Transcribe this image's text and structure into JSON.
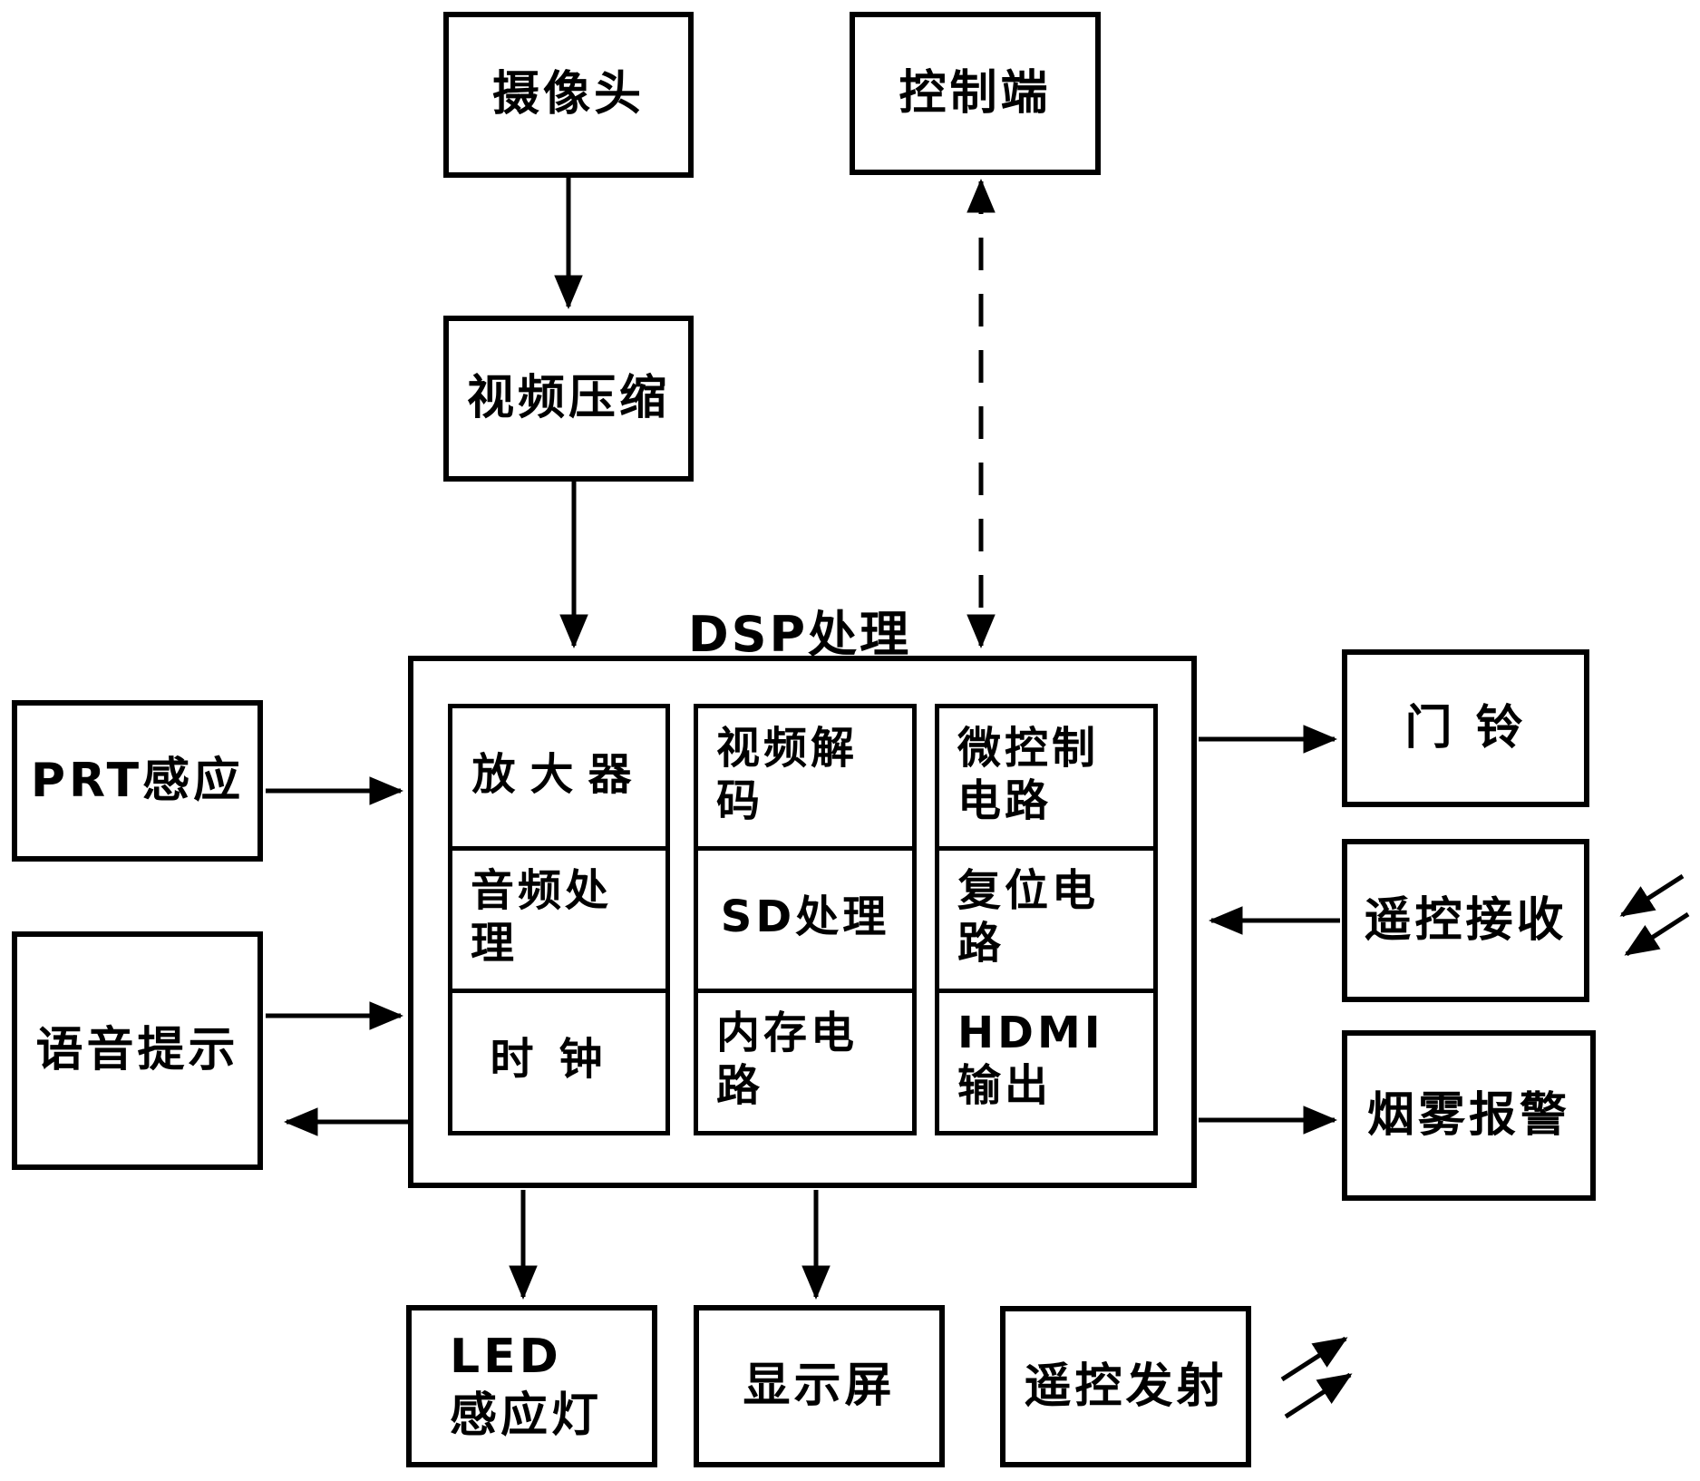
{
  "figure": {
    "background_color": "#ffffff",
    "line_color": "#000000",
    "title": "DSP处理"
  },
  "boxes": {
    "camera": {
      "label": "摄像头"
    },
    "control_terminal": {
      "label": "控制端"
    },
    "video_compression": {
      "label": "视频压缩"
    },
    "prt_sensor": {
      "label": "PRT感应"
    },
    "voice_prompt": {
      "label": "语音提示"
    },
    "doorbell": {
      "label": "门 铃"
    },
    "remote_receiver": {
      "label": "遥控接收"
    },
    "smoke_alarm": {
      "label": "烟雾报警"
    },
    "led_sensor_light": {
      "label": "LED\n感应灯"
    },
    "display_screen": {
      "label": "显示屏"
    },
    "remote_transmitter": {
      "label": "遥控发射"
    }
  },
  "dsp": {
    "title": "DSP处理",
    "cells": {
      "amplifier": {
        "label": "放大器"
      },
      "video_decoder": {
        "label": "视频解\n码"
      },
      "micro_control_circuit": {
        "label": "微控制\n电路"
      },
      "audio_processing": {
        "label": "音频处\n理"
      },
      "sd_processing": {
        "label": "SD处理"
      },
      "reset_circuit": {
        "label": "复位电\n路"
      },
      "clock": {
        "label": "时钟"
      },
      "memory_circuit": {
        "label": "内存电\n路"
      },
      "hdmi_output": {
        "label": "HDMI\n输出"
      }
    }
  },
  "connections": [
    {
      "from": "camera",
      "to": "video_compression",
      "style": "solid",
      "arrow": "end"
    },
    {
      "from": "video_compression",
      "to": "dsp",
      "style": "solid",
      "arrow": "end"
    },
    {
      "from": "dsp",
      "to": "control_terminal",
      "style": "dashed",
      "arrow": "both"
    },
    {
      "from": "prt_sensor",
      "to": "dsp",
      "style": "solid",
      "arrow": "end"
    },
    {
      "from": "voice_prompt",
      "to": "dsp",
      "style": "solid",
      "arrow": "end"
    },
    {
      "from": "dsp",
      "to": "voice_prompt",
      "style": "solid",
      "arrow": "end"
    },
    {
      "from": "dsp",
      "to": "doorbell",
      "style": "solid",
      "arrow": "end"
    },
    {
      "from": "remote_receiver",
      "to": "dsp",
      "style": "solid",
      "arrow": "end"
    },
    {
      "from": "dsp",
      "to": "smoke_alarm",
      "style": "solid",
      "arrow": "end"
    },
    {
      "from": "dsp",
      "to": "led_sensor_light",
      "style": "solid",
      "arrow": "end"
    },
    {
      "from": "dsp",
      "to": "display_screen",
      "style": "solid",
      "arrow": "end"
    },
    {
      "from": "wireless_signal",
      "to": "remote_receiver",
      "style": "solid",
      "arrow": "end",
      "count": 2
    },
    {
      "from": "remote_transmitter",
      "to": "wireless_signal",
      "style": "solid",
      "arrow": "end",
      "count": 2
    }
  ]
}
